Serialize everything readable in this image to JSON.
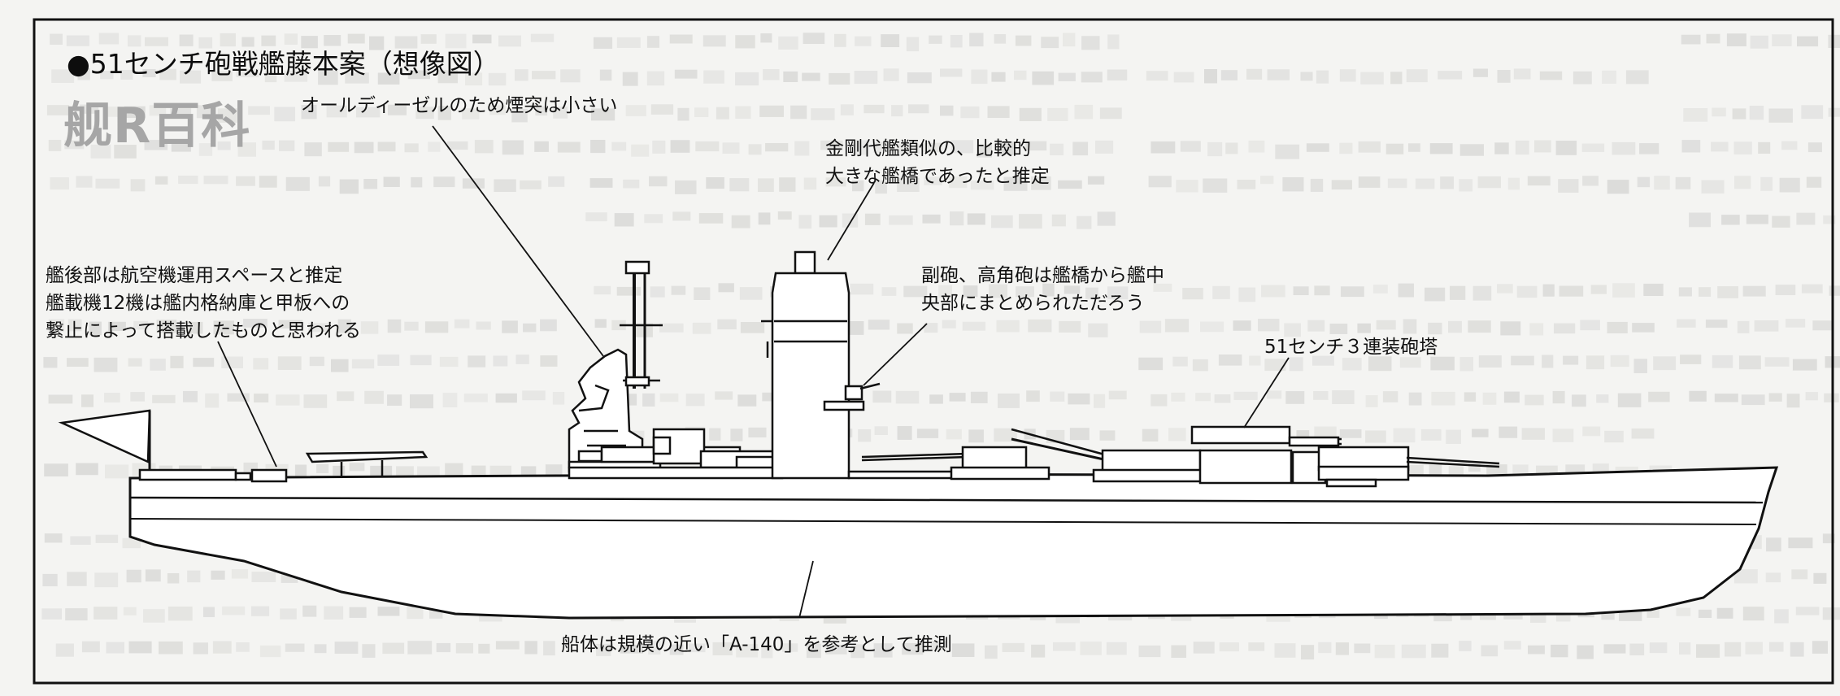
{
  "title": "●51センチ砲戦艦藤本案（想像図）",
  "watermark": "舰R百科",
  "annotations": {
    "funnel": "オールディーゼルのため煙突は小さい",
    "bridge": "金剛代艦類似の、比較的\n大きな艦橋であったと推定",
    "secondary": "副砲、高角砲は艦橋から艦中\n央部にまとめられただろう",
    "turret": "51センチ３連装砲塔",
    "aircraft": "艦後部は航空機運用スペースと推定\n艦載機12機は艦内格納庫と甲板への\n繋止によって搭載したものと思われる",
    "hull": "船体は規模の近い「A-140」を参考として推測"
  },
  "colors": {
    "ink": "#111111",
    "paper": "#f4f4f2",
    "bleed": "#b9b9b6",
    "ship_fill": "#ffffff"
  }
}
